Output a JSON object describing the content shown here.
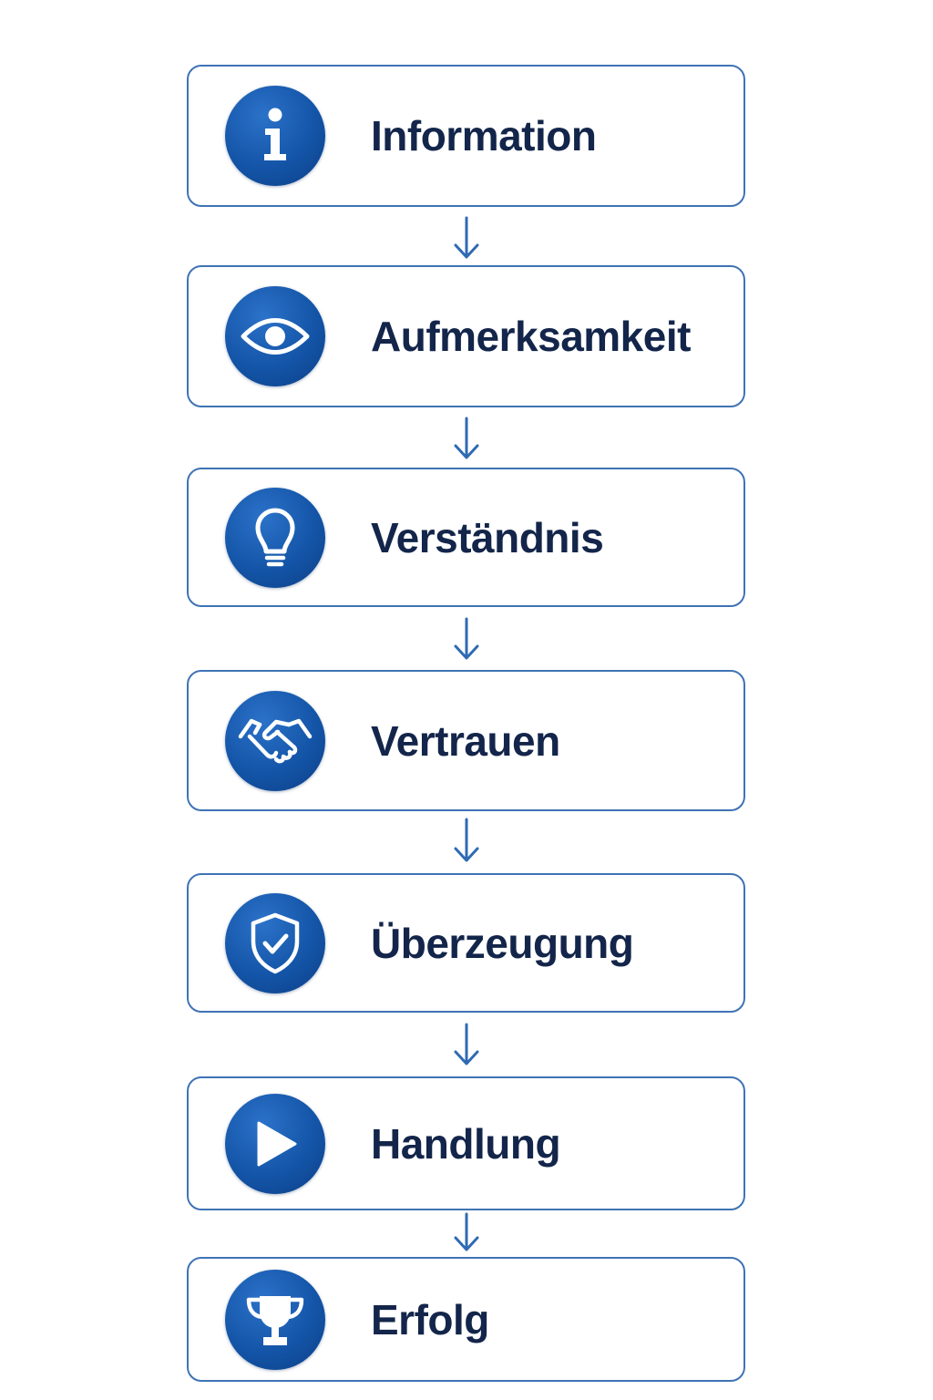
{
  "steps": [
    {
      "label": "Information",
      "icon": "info-icon"
    },
    {
      "label": "Aufmerksamkeit",
      "icon": "eye-icon"
    },
    {
      "label": "Verständnis",
      "icon": "lightbulb-icon"
    },
    {
      "label": "Vertrauen",
      "icon": "handshake-icon"
    },
    {
      "label": "Überzeugung",
      "icon": "shield-check-icon"
    },
    {
      "label": "Handlung",
      "icon": "play-icon"
    },
    {
      "label": "Erfolg",
      "icon": "trophy-icon"
    }
  ],
  "colors": {
    "border": "#3f73b5",
    "badge": "#1455a8",
    "text": "#13254a",
    "arrow": "#2f6ab3"
  }
}
